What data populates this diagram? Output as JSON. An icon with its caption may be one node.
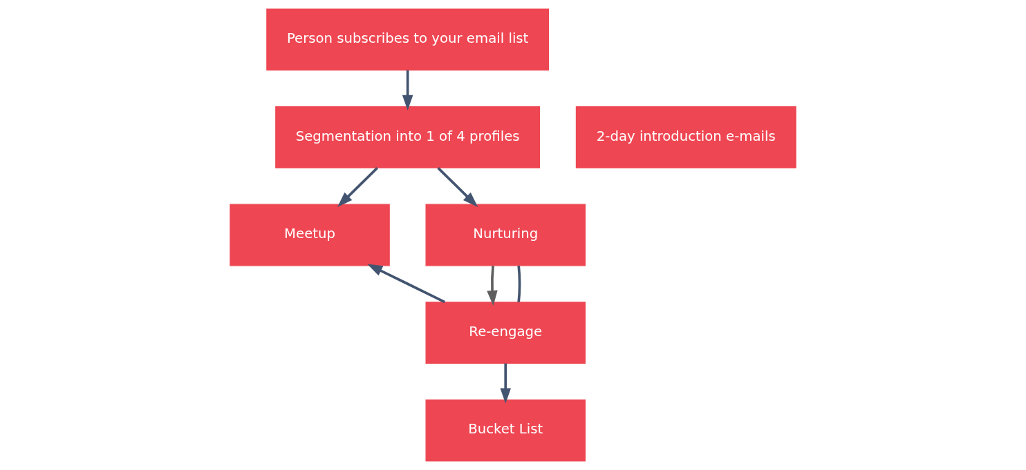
{
  "diagram": {
    "nodes": [
      {
        "text": [
          "Person subscribes to your email list"
        ]
      },
      {
        "text": [
          "Segmentation into 1 of 4 profiles"
        ]
      },
      {
        "text": [
          "2-day introduction e-mails"
        ]
      },
      {
        "text": [
          "Meetup"
        ]
      },
      {
        "text": [
          "Nurturing"
        ]
      },
      {
        "text": [
          "Re-engage"
        ]
      },
      {
        "text": [
          "Bucket List"
        ]
      }
    ],
    "edges": [
      {
        "from": 0,
        "to": 1,
        "arrow": "to"
      },
      {
        "from": 1,
        "to": 3,
        "arrow": "to"
      },
      {
        "from": 1,
        "to": 4,
        "arrow": "to"
      },
      {
        "from": 4,
        "to": 5,
        "arrow": "to",
        "color": "#5f5f5f"
      },
      {
        "from": 4,
        "to": 5,
        "arrow": "none"
      },
      {
        "from": 5,
        "to": 3,
        "arrow": "to"
      },
      {
        "from": 5,
        "to": 6,
        "arrow": "to"
      }
    ]
  }
}
